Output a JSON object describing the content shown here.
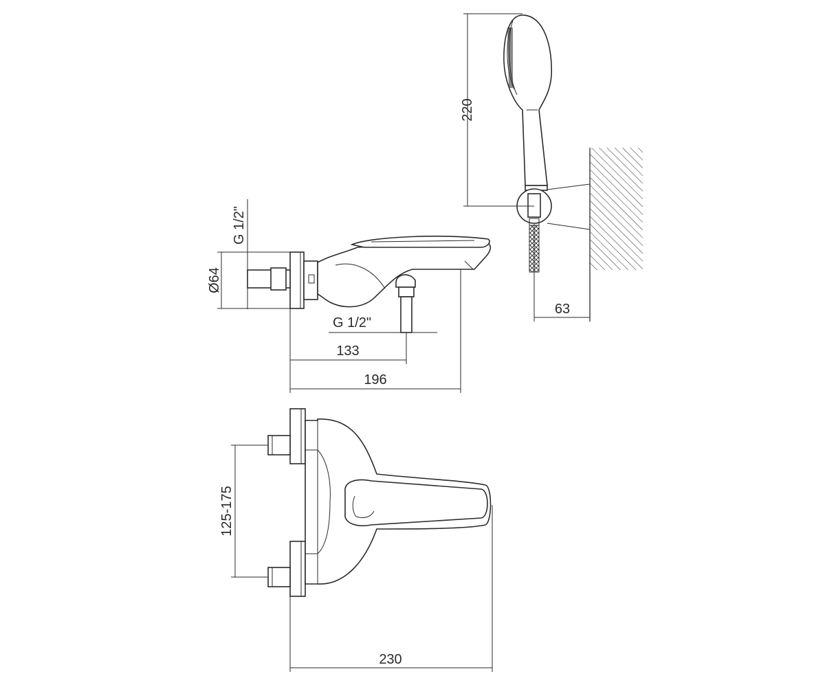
{
  "dimensions": {
    "hand_shower_height": "220",
    "wall_offset": "63",
    "thread_inlet": "G 1/2\"",
    "flange_diameter": "Ø64",
    "thread_outlet": "G 1/2\"",
    "outlet_distance": "133",
    "spout_depth": "196",
    "inlet_spacing": "125-175",
    "overall_width": "230"
  },
  "colors": {
    "line": "#2a2a2a",
    "background": "#ffffff"
  }
}
